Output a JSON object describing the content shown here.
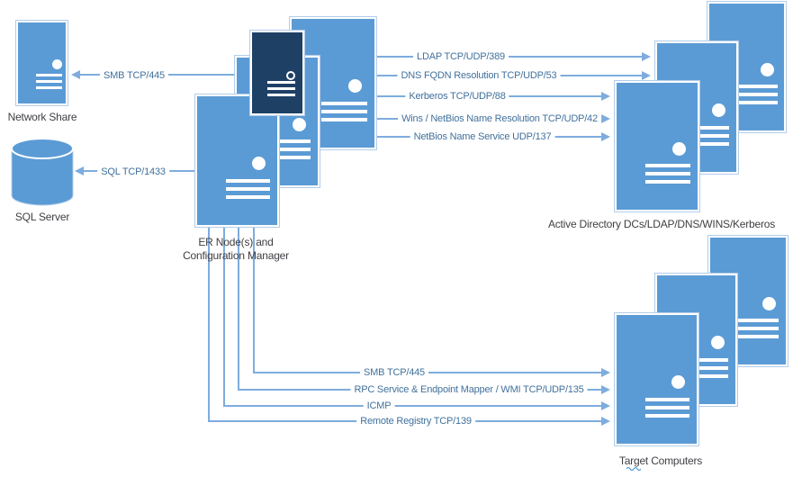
{
  "diagram_title": "ER / Configuration Manager network ports diagram",
  "colors": {
    "accent": "#5B9BD5",
    "navy": "#1F4065",
    "line": "#7EACDE",
    "ctext": "#41719C",
    "ntext": "#3F3F44"
  },
  "nodes": {
    "network_share": {
      "label": "Network Share"
    },
    "sql_server": {
      "label": "SQL Server"
    },
    "er_nodes": {
      "label_line1": "ER Node(s) and",
      "label_line2": "Configuration Manager"
    },
    "active_directory": {
      "label": "Active Directory DCs/LDAP/DNS/WINS/Kerberos"
    },
    "target_computers": {
      "label": "Target Computers"
    }
  },
  "connections": {
    "smb_left": {
      "label": "SMB TCP/445",
      "from": "er_nodes",
      "to": "network_share"
    },
    "sql": {
      "label": "SQL TCP/1433",
      "from": "er_nodes",
      "to": "sql_server"
    },
    "ldap": {
      "label": "LDAP TCP/UDP/389",
      "from": "er_nodes",
      "to": "active_directory"
    },
    "dns": {
      "label": "DNS FQDN Resolution TCP/UDP/53",
      "from": "er_nodes",
      "to": "active_directory"
    },
    "kerberos": {
      "label": "Kerberos TCP/UDP/88",
      "from": "er_nodes",
      "to": "active_directory"
    },
    "wins": {
      "label": "Wins / NetBios Name Resolution TCP/UDP/42",
      "from": "er_nodes",
      "to": "active_directory"
    },
    "netbios": {
      "label": "NetBios Name Service UDP/137",
      "from": "er_nodes",
      "to": "active_directory"
    },
    "smb_bottom": {
      "label": "SMB TCP/445",
      "from": "er_nodes",
      "to": "target_computers"
    },
    "rpc": {
      "label": "RPC Service & Endpoint Mapper / WMI TCP/UDP/135",
      "from": "er_nodes",
      "to": "target_computers"
    },
    "icmp": {
      "label": "ICMP",
      "from": "er_nodes",
      "to": "target_computers"
    },
    "remote_registry": {
      "label": "Remote Registry TCP/139",
      "from": "er_nodes",
      "to": "target_computers"
    }
  }
}
